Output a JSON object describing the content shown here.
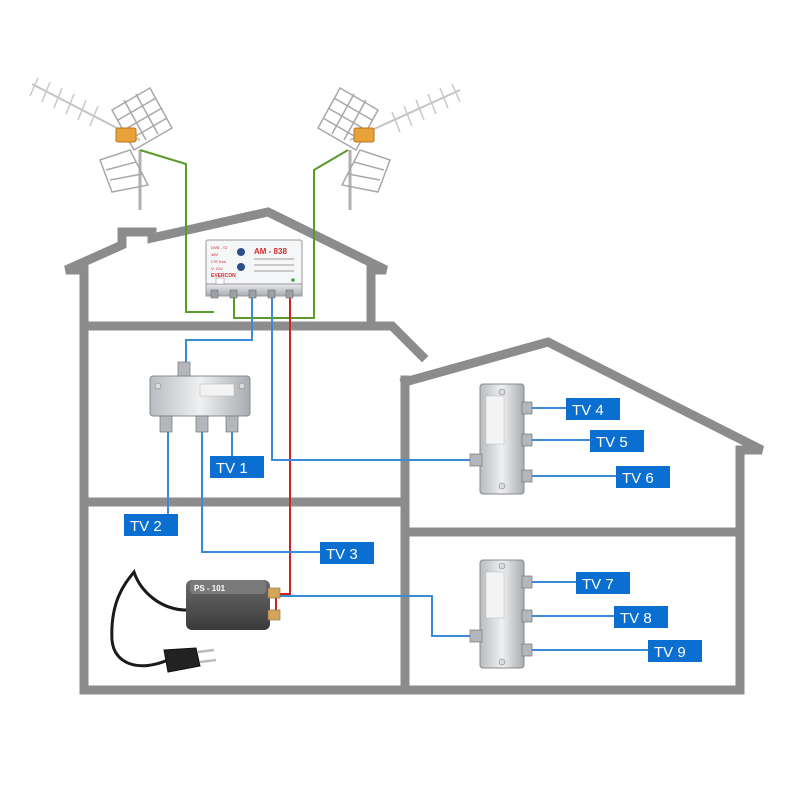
{
  "amplifier": {
    "model": "AM - 838",
    "brand": "EVERCON",
    "band_1": "DVB - T2",
    "band_2": "48V",
    "band_3": "LTE free",
    "band_4": "V: 24V"
  },
  "power_supply": {
    "model": "PS - 101"
  },
  "tv_labels": {
    "tv1": "TV 1",
    "tv2": "TV 2",
    "tv3": "TV 3",
    "tv4": "TV 4",
    "tv5": "TV 5",
    "tv6": "TV 6",
    "tv7": "TV 7",
    "tv8": "TV 8",
    "tv9": "TV 9"
  },
  "colors": {
    "wall": "#8c8c8c",
    "coax_cable": "#3a8ad6",
    "power_cable": "#d32020",
    "antenna_cable": "#5c9a2c",
    "label_fill": "#0a6fd0"
  }
}
